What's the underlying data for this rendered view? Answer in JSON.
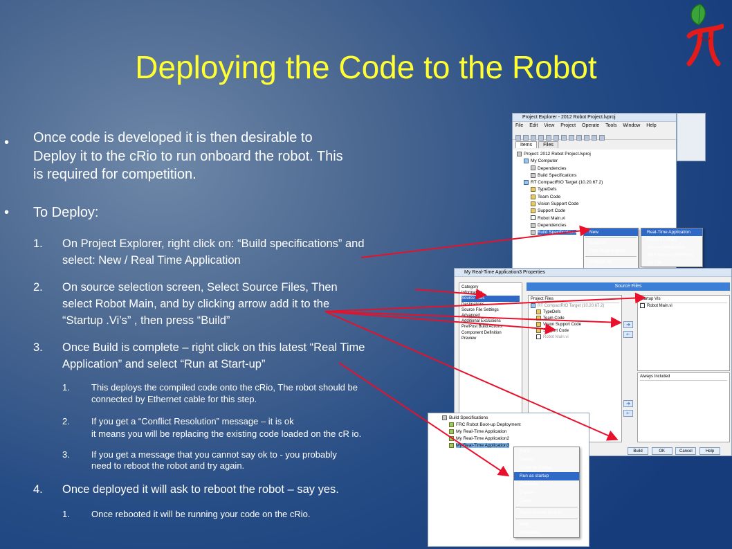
{
  "slide": {
    "title": "Deploying the Code to the Robot",
    "intro_line1": "Once code is developed it is then desirable to",
    "intro_line2": "Deploy it to the cRio to run onboard the robot.  This",
    "intro_line3": "is required for competition.",
    "deploy_heading": "To Deploy:",
    "steps": [
      {
        "num": "1.",
        "line1": "On Project Explorer, right click on: “Build specifications” and",
        "line2": "select: New  /  Real Time Application"
      },
      {
        "num": "2.",
        "line1": "On source selection screen, Select Source Files, Then",
        "line2": "select Robot Main, and by clicking arrow add it to the",
        "line3": "“Startup .Vi’s” , then press “Build”"
      },
      {
        "num": "3.",
        "line1": "Once Build is complete – right click on this latest “Real Time",
        "line2": "Application” and select “Run at Start-up”"
      },
      {
        "num": "4.",
        "line1": "Once deployed it will ask to reboot the robot – say yes."
      }
    ],
    "substeps3": [
      {
        "num": "1.",
        "line1": "This deploys the  compiled code onto the cRio, The robot should be",
        "line2": "connected by Ethernet cable for this step."
      },
      {
        "num": "2.",
        "line1": "If you get a “Conflict Resolution” message – it is ok",
        "line2": "it means you will be replacing the existing code loaded on the cR io."
      },
      {
        "num": "3.",
        "line1": "If you get a message that you cannot say ok to - you probably",
        "line2": "need to reboot the robot and try again."
      }
    ],
    "substeps4": [
      {
        "num": "1.",
        "line1": "Once rebooted it will be running your code on the cRio."
      }
    ],
    "bullet_glyph": "•"
  },
  "logo": {
    "symbol": "π",
    "icon": "apple-pi-logo-icon"
  },
  "project_explorer": {
    "title": "Project Explorer - 2012 Robot Project.lvproj",
    "menu": [
      "File",
      "Edit",
      "View",
      "Project",
      "Operate",
      "Tools",
      "Window",
      "Help"
    ],
    "tabs": [
      "Items",
      "Files"
    ],
    "tree": [
      "Project: 2012 Robot Project.lvproj",
      "My Computer",
      "Dependencies",
      "Build Specifications",
      "RT CompactRIO Target (10.20.67.2)",
      "TypeDefs",
      "Team Code",
      "Vision Support Code",
      "Support Code",
      "Robot Main.vi",
      "Dependencies",
      "Build Specifications"
    ],
    "context_menu": [
      "New",
      "Build All",
      "Find Project Items...",
      "Arrange By",
      "Expand All"
    ],
    "submenu": [
      "Real-Time Application",
      "Packed Library",
      "Source Distribution",
      "Web Service (RESTful)",
      "Zip File"
    ]
  },
  "properties_dialog": {
    "title": "My Real-Time Application3 Properties",
    "category_label": "Category",
    "categories": [
      "Information",
      "Source Files",
      "Destinations",
      "Source File Settings",
      "Advanced",
      "Additional Exclusions",
      "Pre/Post Build Actions",
      "Component Definition",
      "Preview"
    ],
    "source_files_header": "Source Files",
    "project_files_label": "Project Files",
    "project_files": [
      "RT CompactRIO Target (10.20.67.2)",
      "TypeDefs",
      "Team Code",
      "Vision Support Code",
      "Support Code",
      "Robot Main.vi"
    ],
    "startup_vis_label": "Startup VIs",
    "startup_vis": [
      "Robot Main.vi"
    ],
    "always_included_label": "Always Included",
    "buttons": [
      "Build",
      "OK",
      "Cancel",
      "Help"
    ]
  },
  "build_specs_panel": {
    "tree": [
      "Build Specifications",
      "FRC Robot Boot-up Deployment",
      "My Real-Time Application",
      "My Real-Time Application2",
      "My Real-Time Application3"
    ],
    "context_menu": [
      "Build",
      "Deploy",
      "Unset as startup",
      "Run as startup",
      "Duplicate",
      "Explore",
      "Clean",
      "Remove from Project",
      "Help...",
      "Properties"
    ]
  },
  "colors": {
    "title": "#ffff33",
    "arrow": "#e8102a",
    "highlight": "#2f69c8"
  }
}
